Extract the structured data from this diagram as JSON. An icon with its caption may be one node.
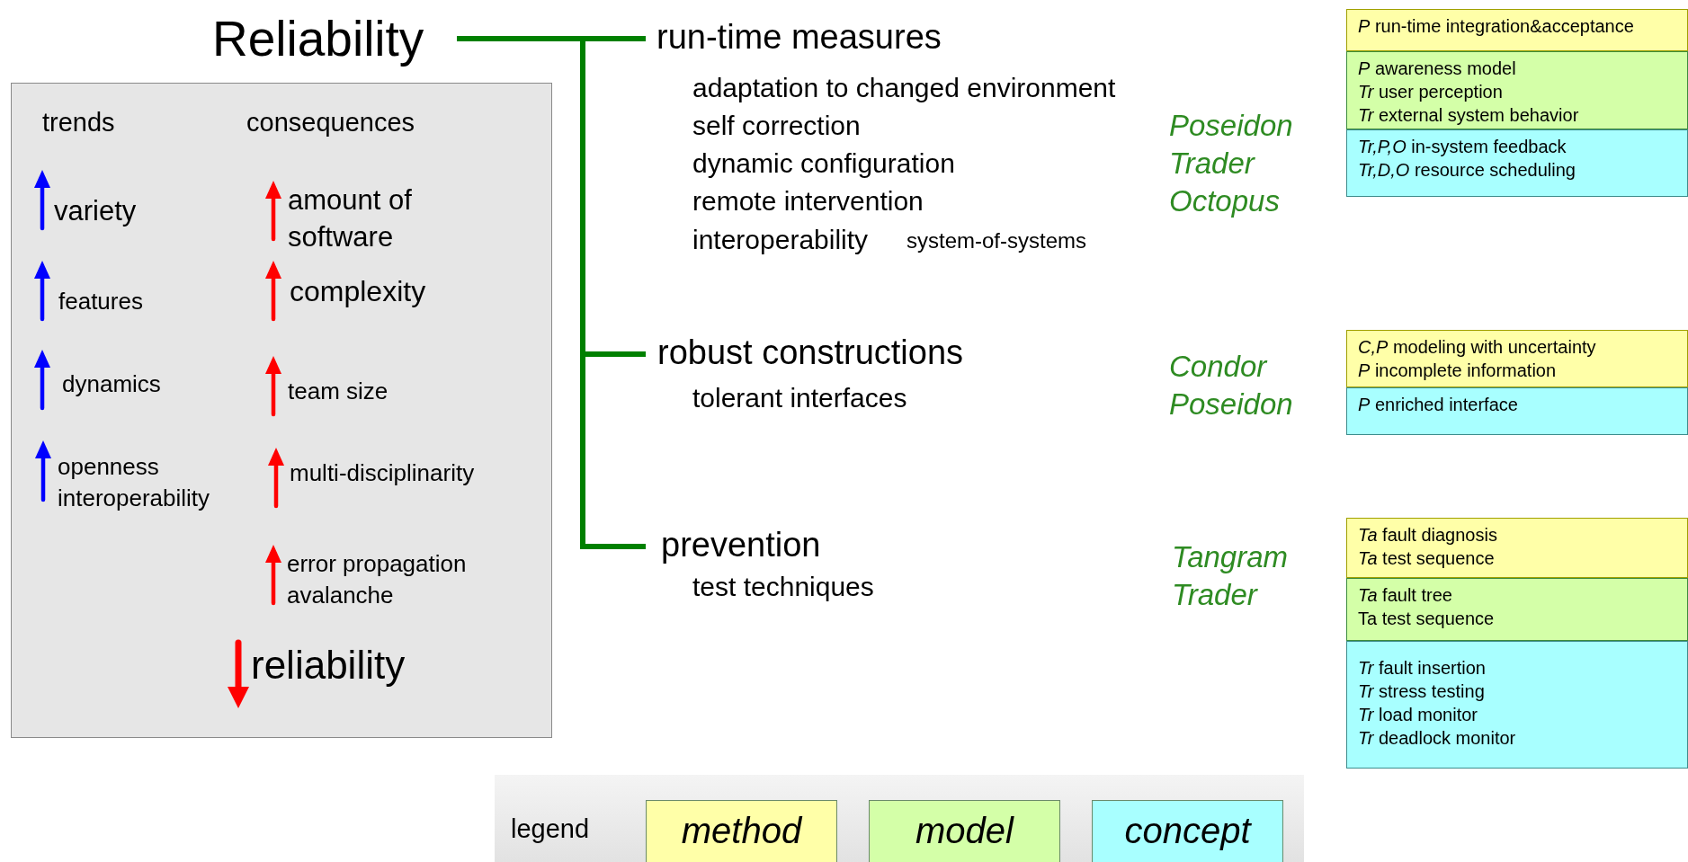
{
  "diagram": {
    "nodes": [
      {
        "text": [
          "Reliability"
        ]
      },
      {
        "text": [
          "trends",
          "consequences",
          "variety",
          "amount of software",
          "features",
          "complexity",
          "dynamics",
          "team size",
          "openness interoperability",
          "multi-disciplinarity",
          "error propagation avalanche",
          "reliability"
        ]
      },
      {
        "text": [
          "run-time measures",
          "adaptation to changed environment",
          "self correction",
          "dynamic configuration",
          "remote intervention",
          "interoperability",
          "system-of-systems"
        ],
        "beside": [
          "Poseidon",
          "Trader",
          "Octopus"
        ]
      },
      {
        "text": [
          "robust constructions",
          "tolerant interfaces"
        ],
        "beside": [
          "Condor",
          "Poseidon"
        ]
      },
      {
        "text": [
          "prevention",
          "test techniques"
        ],
        "beside": [
          "Tangram",
          "Trader"
        ]
      },
      {
        "text": [
          "*P* run-time integration&acceptance"
        ]
      },
      {
        "text": [
          "*P* awareness model",
          "*Tr* user perception",
          "*Tr* external system behavior"
        ]
      },
      {
        "text": [
          "*Tr,P,O* in-system feedback",
          "*Tr,D,O* resource scheduling"
        ]
      },
      {
        "text": [
          "*C,P* modeling with uncertainty",
          "*P* incomplete information"
        ]
      },
      {
        "text": [
          "*P* enriched interface"
        ]
      },
      {
        "text": [
          "*Ta* fault diagnosis",
          "*Ta* test sequence"
        ]
      },
      {
        "text": [
          "*Ta* fault tree",
          "Ta test sequence"
        ]
      },
      {
        "text": [
          "*Tr* fault insertion",
          "*Tr* stress testing",
          "*Tr* load monitor",
          "*Tr* deadlock monitor"
        ]
      }
    ],
    "edges": [
      {
        "from": 0,
        "to": 2,
        "arrow": "none"
      },
      {
        "from": 0,
        "to": 3,
        "arrow": "none"
      },
      {
        "from": 0,
        "to": 4,
        "arrow": "none"
      }
    ],
    "labels": [
      "legend"
    ],
    "legend": [
      {
        "text": "method",
        "color": "#ffffa8"
      },
      {
        "text": "model",
        "color": "#d4ffa8"
      },
      {
        "text": "concept",
        "color": "#a8ffff"
      }
    ]
  }
}
